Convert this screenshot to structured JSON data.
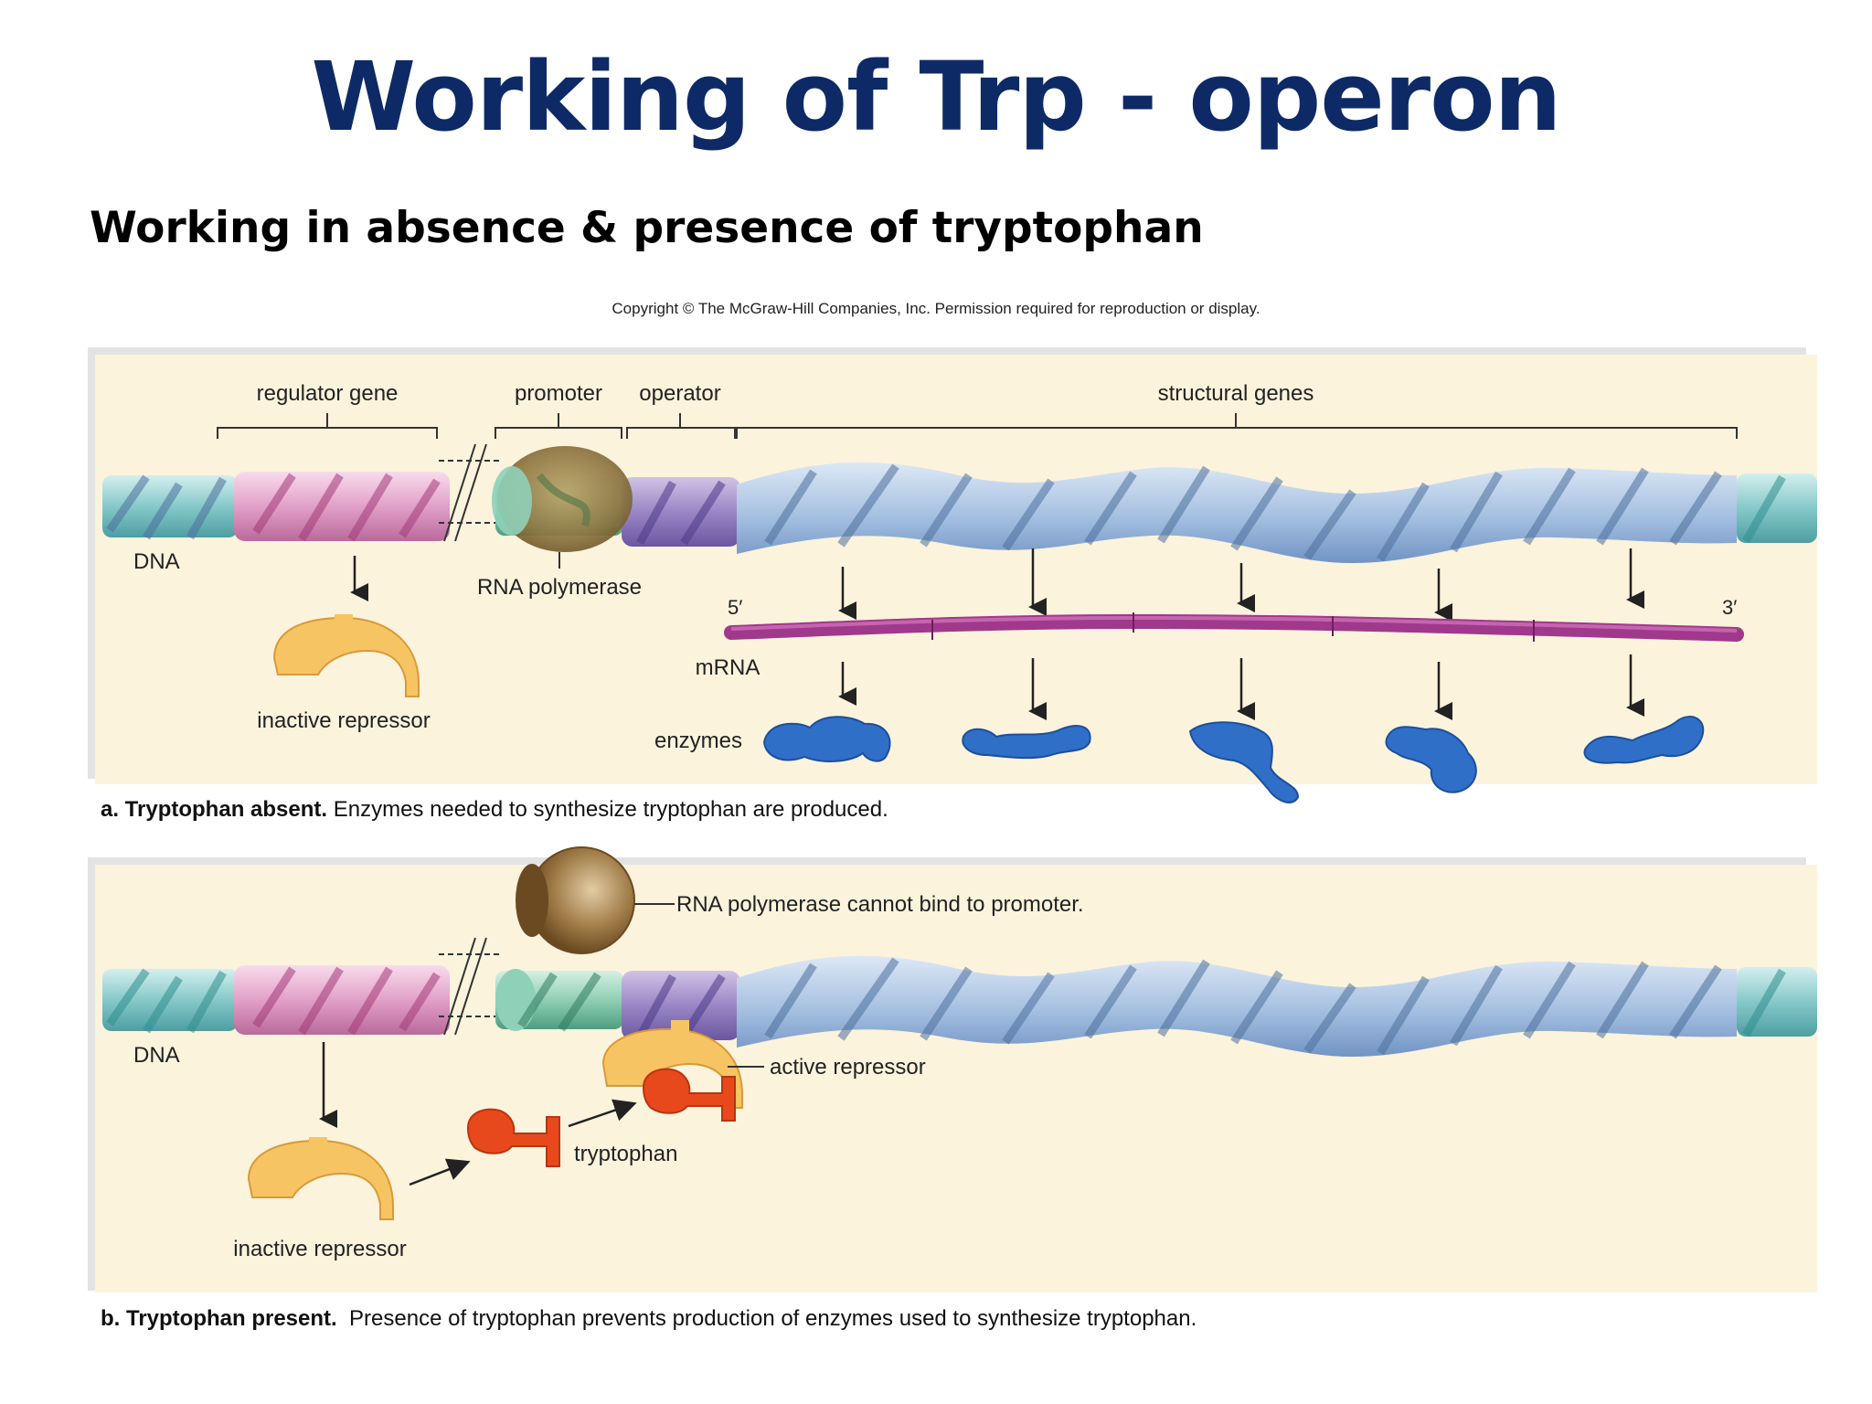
{
  "title": "Working of Trp - operon",
  "subtitle": "Working in absence & presence of tryptophan",
  "copyright": "Copyright © The McGraw-Hill Companies, Inc. Permission required for reproduction or display.",
  "panel_a": {
    "labels": {
      "regulator_gene": "regulator gene",
      "promoter": "promoter",
      "operator": "operator",
      "structural_genes": "structural genes",
      "dna": "DNA",
      "rna_polymerase": "RNA polymerase",
      "inactive_repressor": "inactive repressor",
      "five_prime": "5′",
      "three_prime": "3′",
      "mrna": "mRNA",
      "enzymes": "enzymes"
    },
    "caption_bold": "a. Tryptophan absent.",
    "caption_text": " Enzymes needed to synthesize tryptophan are produced."
  },
  "panel_b": {
    "labels": {
      "rna_polymerase_note": "RNA polymerase cannot bind to promoter.",
      "dna": "DNA",
      "active_repressor": "active repressor",
      "tryptophan": "tryptophan",
      "inactive_repressor": "inactive repressor"
    },
    "caption_bold": "b. Tryptophan present.",
    "caption_text": "  Presence of tryptophan prevents production of enzymes used to synthesize tryptophan."
  },
  "colors": {
    "title": "#0e2a66",
    "panel_bg": "#fbf3dc",
    "regulator": "#e7a6cf",
    "dna_teal": "#7cc6c6",
    "promoter": "#8fd0b8",
    "operator": "#9a86c6",
    "structural": "#a9c3e3",
    "mrna": "#a0398c",
    "enzyme": "#2f6fc8",
    "repressor": "#f7c463",
    "tryptophan": "#e8491c",
    "polymerase": "#8c6a3c"
  }
}
